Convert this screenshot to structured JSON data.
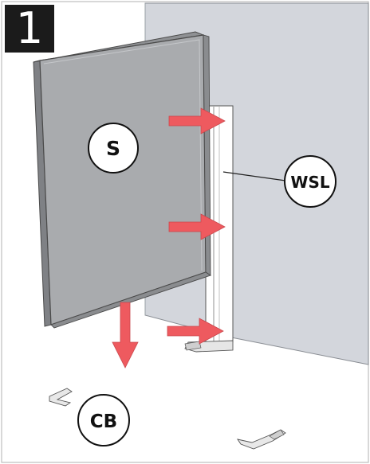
{
  "step": {
    "number": "1"
  },
  "callouts": {
    "panel": "S",
    "wall_strip": "WSL",
    "brackets": "CB"
  },
  "colors": {
    "wall": "#d3d6dc",
    "panel_face": "#a9abae",
    "panel_edge": "#7f8185",
    "arrow": "#ee5a5f",
    "step_box": "#1b1b1b"
  }
}
